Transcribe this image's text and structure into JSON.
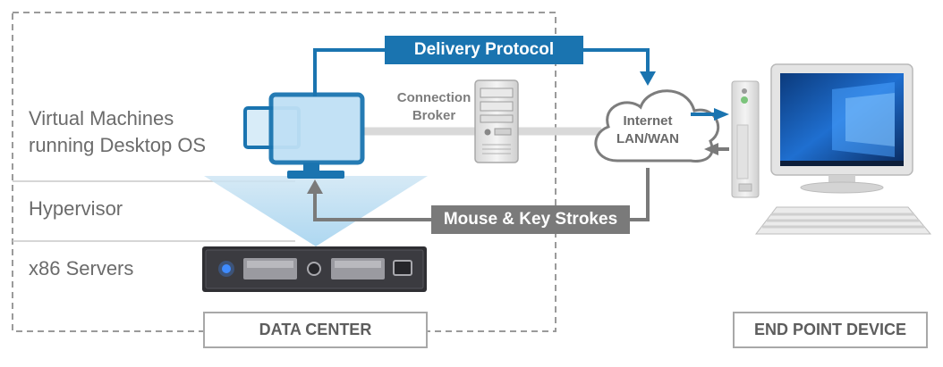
{
  "labels": {
    "delivery_protocol": "Delivery Protocol",
    "connection_broker_line1": "Connection",
    "connection_broker_line2": "Broker",
    "internet_line1": "Internet",
    "internet_line2": "LAN/WAN",
    "vm_line1": "Virtual Machines",
    "vm_line2": "running Desktop OS",
    "hypervisor": "Hypervisor",
    "servers": "x86 Servers",
    "mouse_keys": "Mouse & Key Strokes",
    "data_center": "DATA CENTER",
    "end_point": "END POINT DEVICE"
  },
  "colors": {
    "protocol_blue": "#1a74b0",
    "keystroke_gray": "#7a7a7a",
    "dashed_border": "#9a9a9a",
    "divider": "#c8c8c8",
    "cloud_stroke": "#7d7d7d",
    "server_body": "#2f2f33"
  },
  "icons": {
    "vm": "monitor-icon",
    "broker": "tower-server-icon",
    "network": "cloud-icon",
    "servers": "rack-server-icon",
    "endpoint": "desktop-computer-icon"
  }
}
